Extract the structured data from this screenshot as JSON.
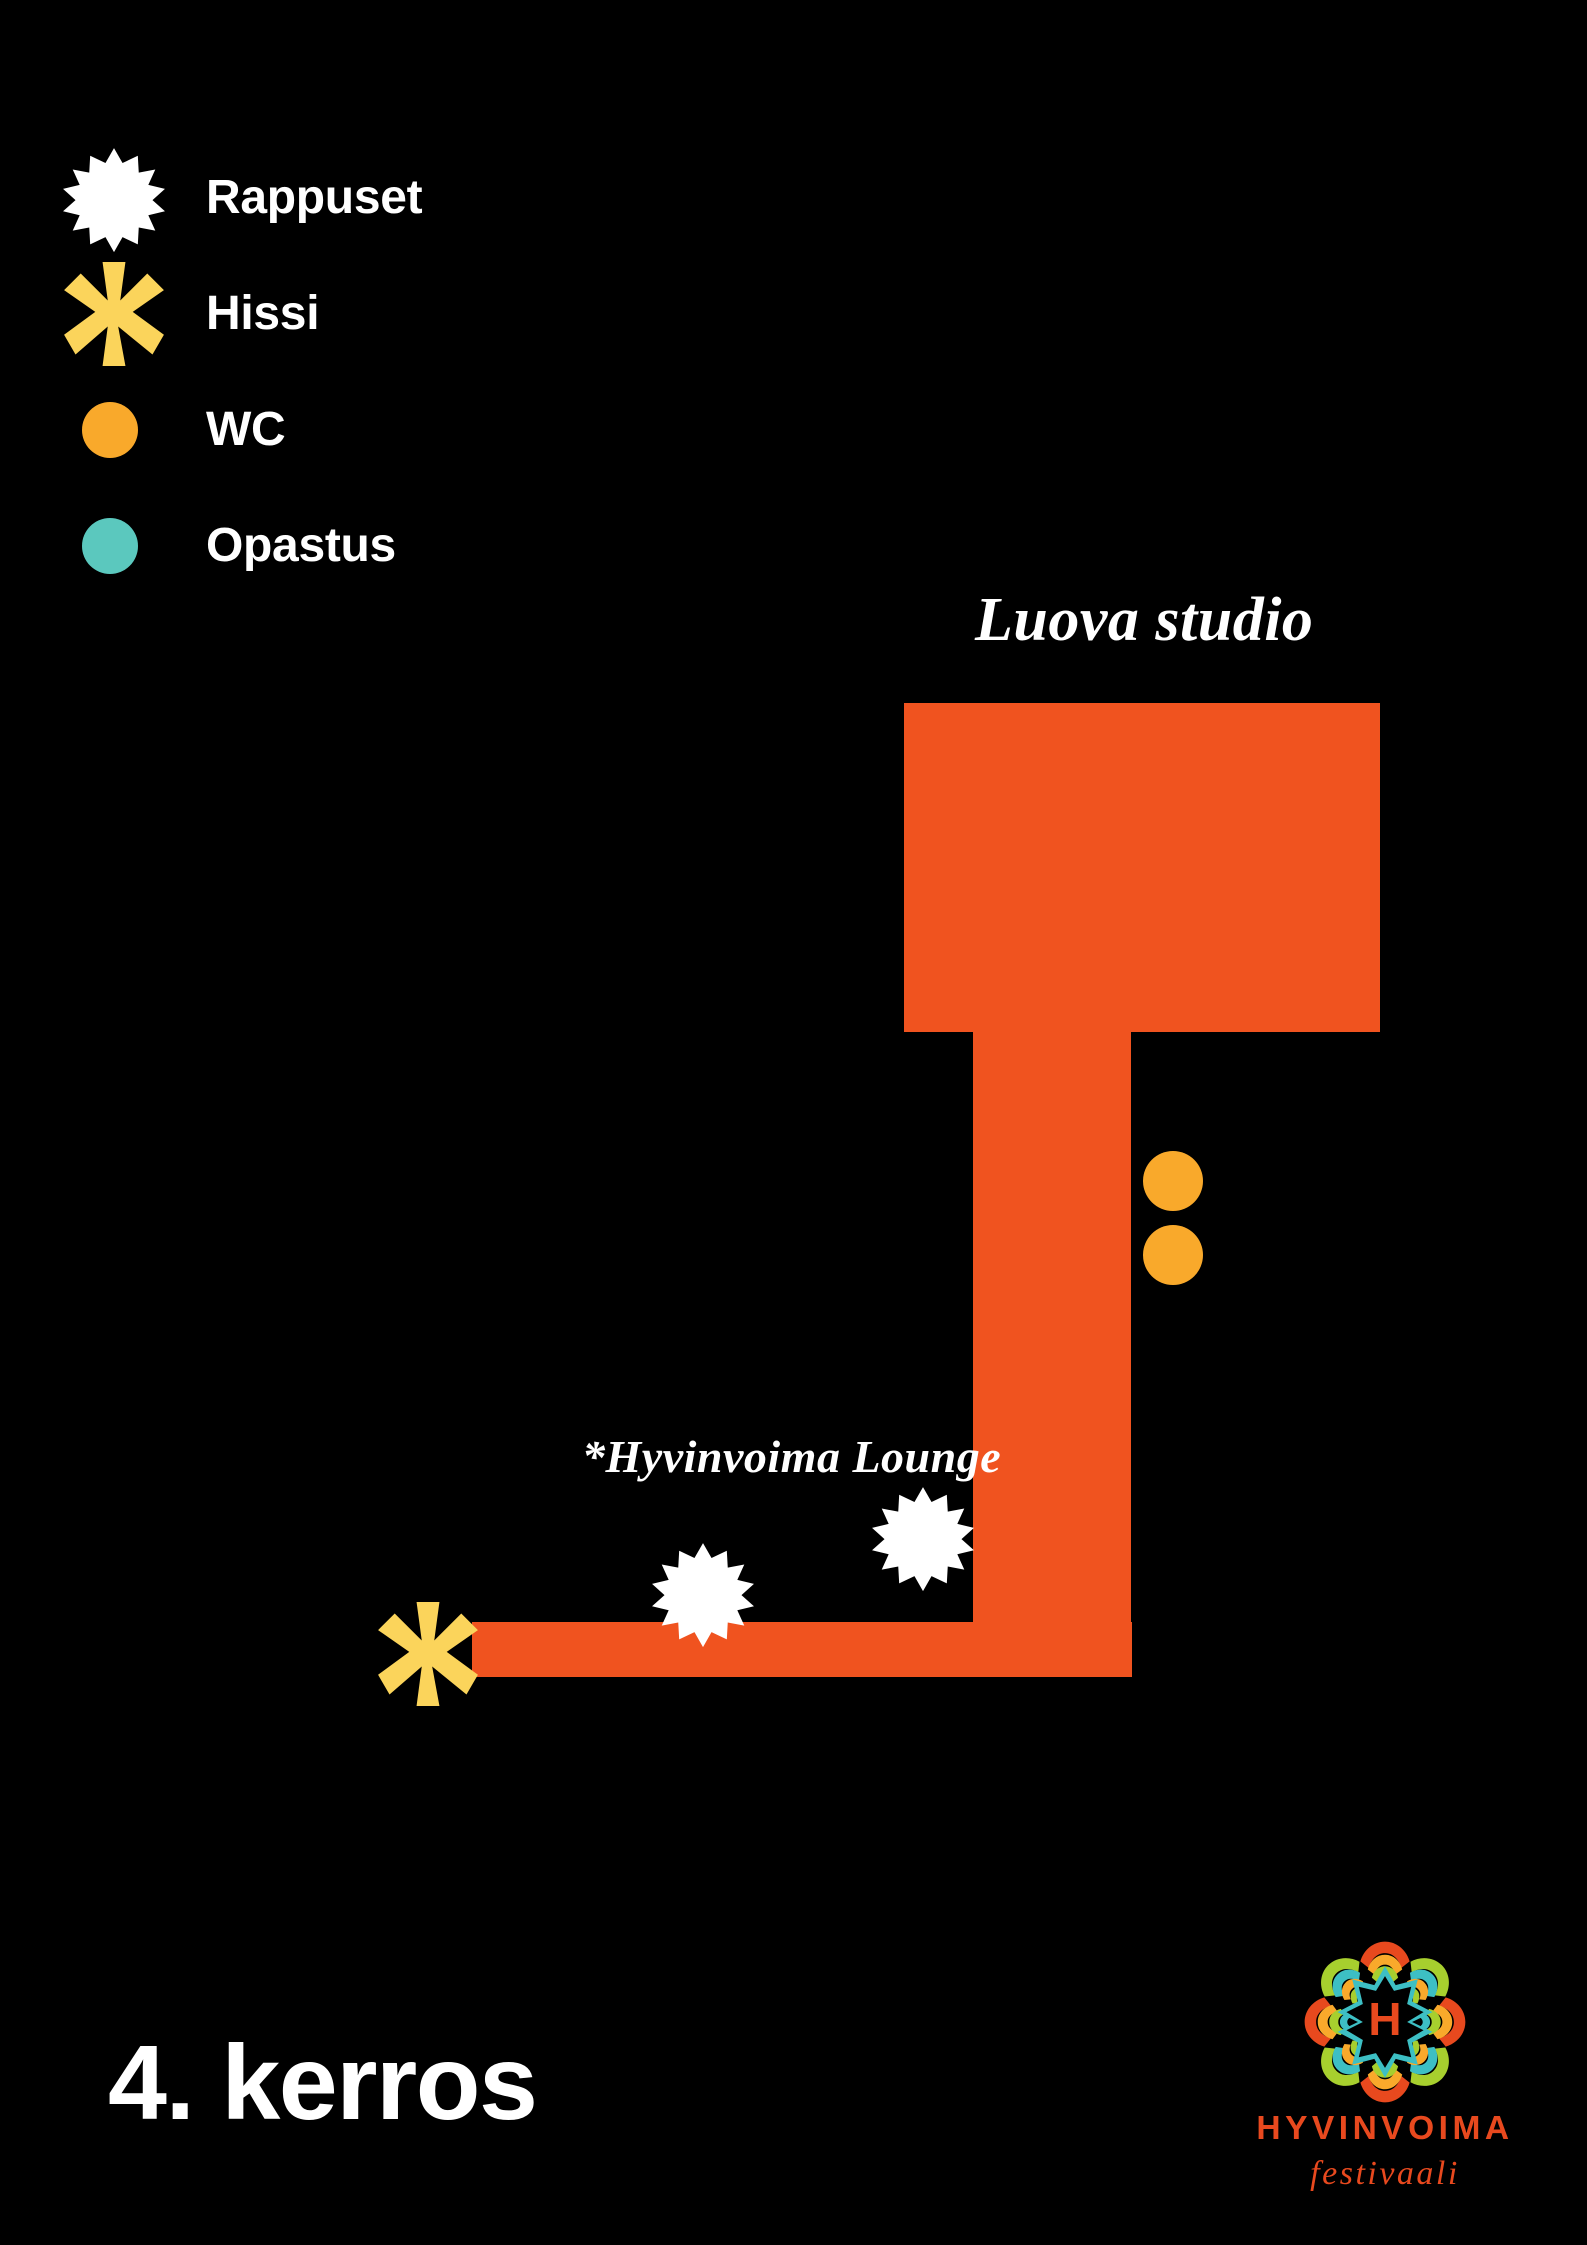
{
  "poster": {
    "background_color": "#000000",
    "floor_title": "4. kerros"
  },
  "legend": {
    "items": [
      {
        "label": "Rappuset",
        "icon": "twelve-point-star-icon",
        "color": "#FFFFFF",
        "shape": "star12"
      },
      {
        "label": "Hissi",
        "icon": "eight-point-asterisk-icon",
        "color": "#FBD45B",
        "shape": "asterisk8"
      },
      {
        "label": "WC",
        "icon": "filled-circle-icon",
        "color": "#F9A92B",
        "shape": "circle"
      },
      {
        "label": "Opastus",
        "icon": "filled-circle-icon",
        "color": "#5BC8BE",
        "shape": "circle"
      }
    ]
  },
  "map": {
    "room_color": "#F0531F",
    "labels": [
      {
        "text": "Luova studio",
        "name": "luova-studio-label"
      },
      {
        "text": "*Hyvinvoima Lounge",
        "name": "hyvinvoima-lounge-label"
      }
    ],
    "markers": [
      {
        "type": "WC",
        "icon": "filled-circle-icon",
        "color": "#F9A92B"
      },
      {
        "type": "WC",
        "icon": "filled-circle-icon",
        "color": "#F9A92B"
      },
      {
        "type": "Rappuset",
        "icon": "twelve-point-star-icon",
        "color": "#FFFFFF"
      },
      {
        "type": "Rappuset",
        "icon": "twelve-point-star-icon",
        "color": "#FFFFFF"
      },
      {
        "type": "Hissi",
        "icon": "eight-point-asterisk-icon",
        "color": "#FBD45B"
      }
    ]
  },
  "logo": {
    "wordmark": "HYVINVOIMA",
    "tagline": "festivaali",
    "monogram": "H",
    "brand_color": "#E8491E",
    "mandala_colors": [
      "#E8491E",
      "#F9A92B",
      "#A7CF2E",
      "#3DBFC4"
    ]
  }
}
